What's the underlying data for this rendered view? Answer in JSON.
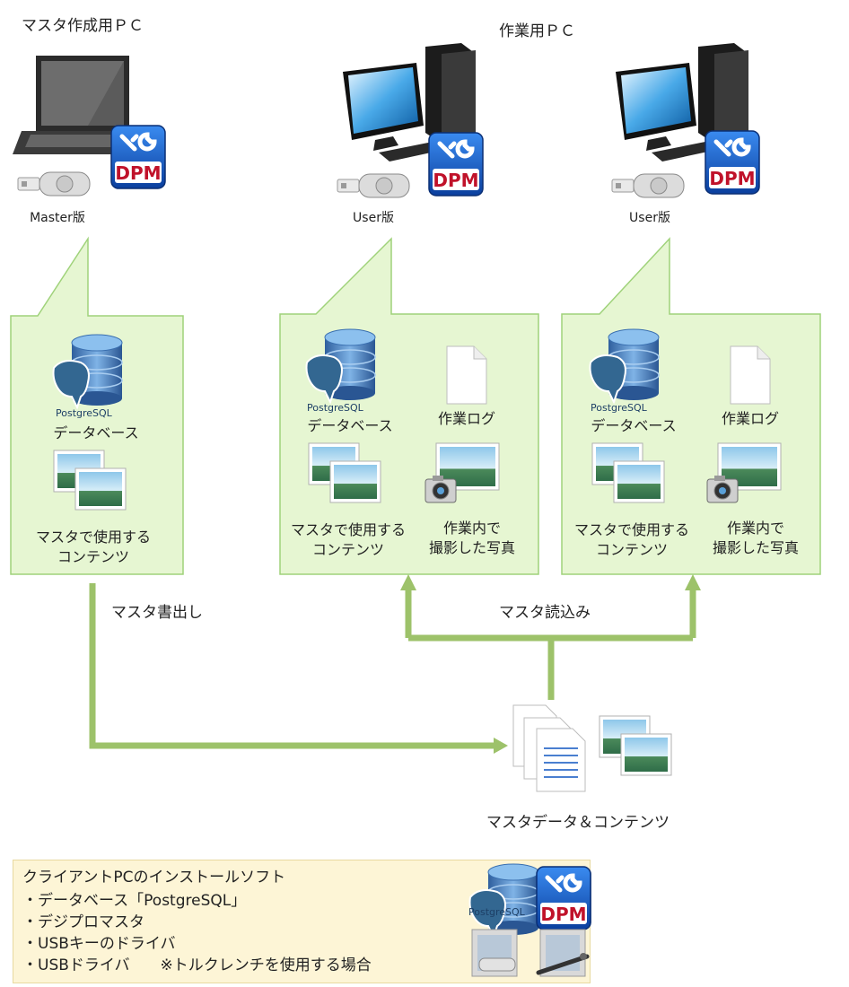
{
  "master_pc": {
    "title": "マスタ作成用ＰＣ",
    "version": "Master版"
  },
  "work_pc": {
    "title": "作業用ＰＣ",
    "version_1": "User版",
    "version_2": "User版"
  },
  "master_box": {
    "db_logo": "PostgreSQL",
    "db_label": "データベース",
    "contents_label": "マスタで使用する\nコンテンツ"
  },
  "user_box_1": {
    "db_logo": "PostgreSQL",
    "db_label": "データベース",
    "log_label": "作業ログ",
    "contents_label": "マスタで使用する\nコンテンツ",
    "photo_label": "作業内で\n撮影した写真"
  },
  "user_box_2": {
    "db_logo": "PostgreSQL",
    "db_label": "データベース",
    "log_label": "作業ログ",
    "contents_label": "マスタで使用する\nコンテンツ",
    "photo_label": "作業内で\n撮影した写真"
  },
  "flow": {
    "export_label": "マスタ書出し",
    "import_label": "マスタ読込み",
    "package_label": "マスタデータ＆コンテンツ"
  },
  "legend": {
    "title": "クライアントPCのインストールソフト",
    "items": [
      "・データベース「PostgreSQL」",
      "・デジプロマスタ",
      "・USBキーのドライバ",
      "・USBドライバ　　※トルクレンチを使用する場合"
    ],
    "db_logo": "PostgreSQL"
  },
  "app_logo_text": "DPM",
  "colors": {
    "box_fill": "#e6f6d2",
    "box_border": "#9fd27a",
    "arrow": "#9dc26a",
    "legend_fill": "#fdf5d6"
  }
}
